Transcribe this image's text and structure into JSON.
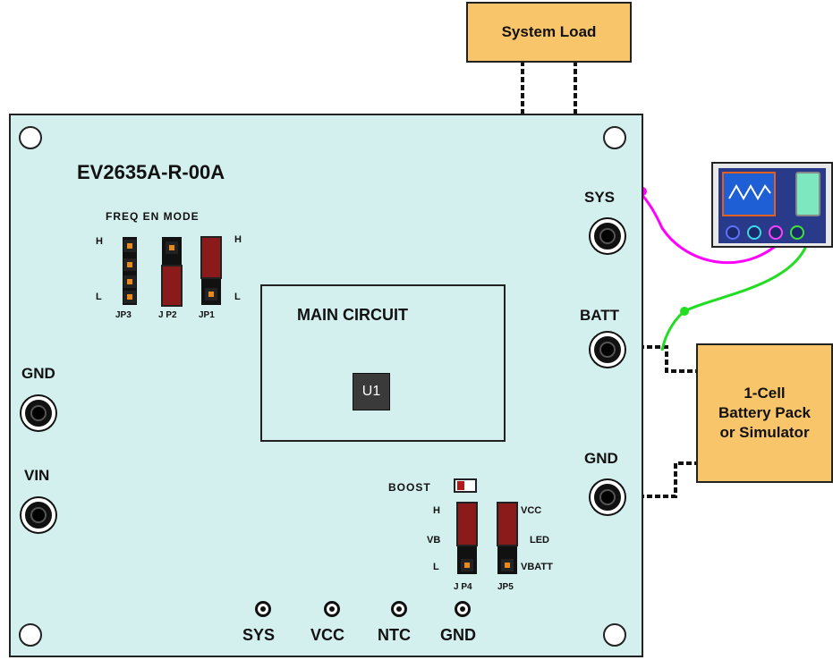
{
  "board": {
    "title": "EV2635A-R-00A",
    "main_circuit": "MAIN CIRCUIT",
    "u1": "U1"
  },
  "boxes": {
    "system_load": "System Load",
    "battery_line1": "1-Cell",
    "battery_line2": "Battery Pack",
    "battery_line3": "or Simulator"
  },
  "terminals": {
    "sys": "SYS",
    "batt": "BATT",
    "gnd_right": "GND",
    "gnd_left": "GND",
    "vin": "VIN"
  },
  "jumpers_top": {
    "header": "FREQ  EN MODE",
    "h_left": "H",
    "l_left": "L",
    "h_right": "H",
    "l_right": "L",
    "jp3": "JP3",
    "jp2": "J P2",
    "jp1": "JP1"
  },
  "jumpers_bottom": {
    "boost": "BOOST",
    "h": "H",
    "vb": "VB",
    "l": "L",
    "vcc": "VCC",
    "led": "LED",
    "vbatt": "VBATT",
    "jp4": "J P4",
    "jp5": "JP5"
  },
  "testpoints": {
    "sys": "SYS",
    "vcc": "VCC",
    "ntc": "NTC",
    "gnd": "GND"
  },
  "colors": {
    "board": "#d4f0ee",
    "box": "#f9c56b",
    "probe_magenta": "#ff00ff",
    "probe_green": "#22dd22",
    "jumper": "#8b1a1a",
    "scope_body": "#2a3a8a"
  }
}
